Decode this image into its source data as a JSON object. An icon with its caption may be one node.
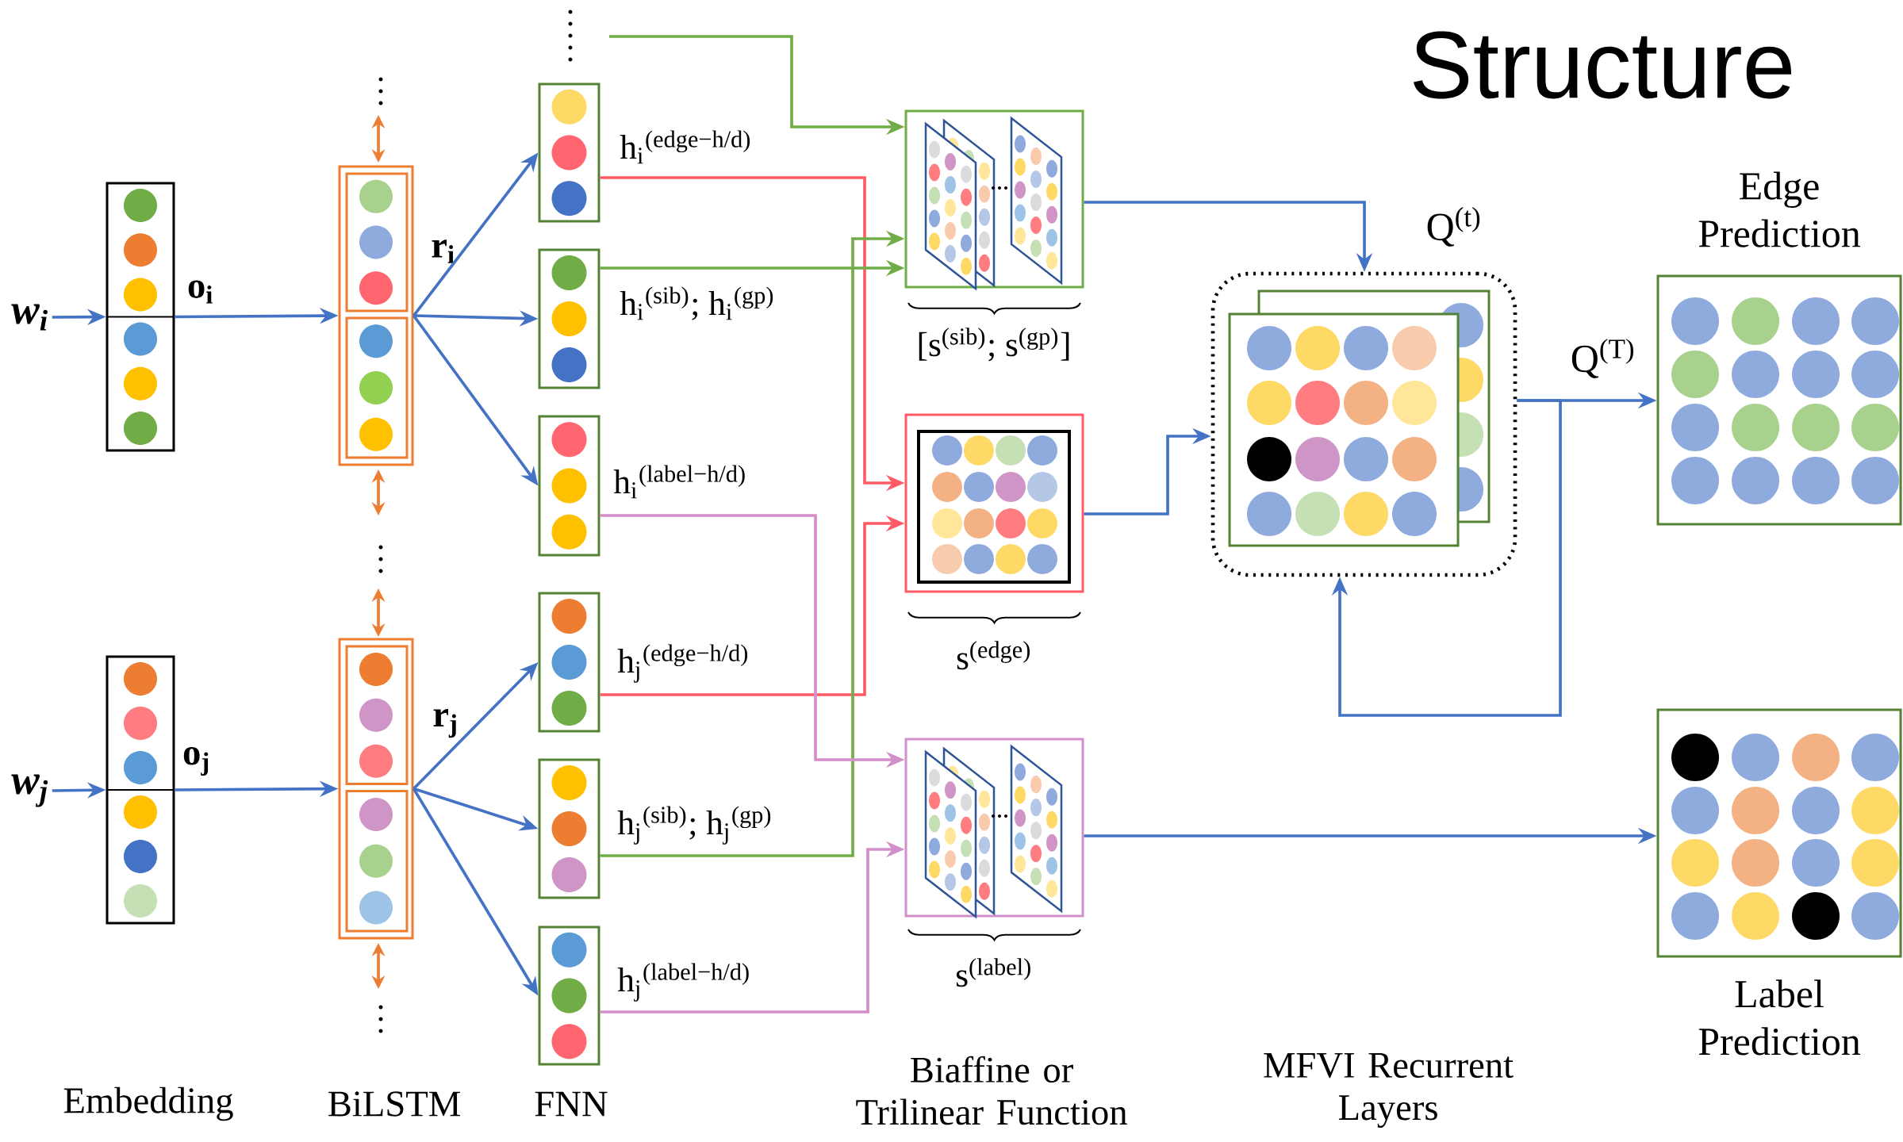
{
  "diagram": {
    "title": "Structure",
    "nodes": [
      {
        "text": [
          "w$_{i}$"
        ]
      },
      {
        "text": [],
        "shape": "box"
      },
      {
        "text": [],
        "shape": "box",
        "beside": [
          "r$_{i}$"
        ]
      },
      {
        "text": [],
        "shape": "box",
        "beside": [
          "h$_{i}$$^{(edge−h/d)}$"
        ]
      },
      {
        "text": [],
        "shape": "box",
        "beside": [
          "h$_{i}$$^{(sib)}$; h$_{i}$$^{(gp)}$"
        ]
      },
      {
        "text": [],
        "shape": "box",
        "beside": [
          "h$_{i}$$^{(label−h/d)}$"
        ]
      },
      {
        "text": [
          "w$_{j}$"
        ]
      },
      {
        "text": [],
        "shape": "box"
      },
      {
        "text": [],
        "shape": "box",
        "beside": [
          "r$_{j}$"
        ]
      },
      {
        "text": [],
        "shape": "box",
        "beside": [
          "h$_{j}$$^{(edge−h/d)}$"
        ]
      },
      {
        "text": [],
        "shape": "box",
        "beside": [
          "h$_{j}$$^{(sib)}$; h$_{j}$$^{(gp)}$"
        ]
      },
      {
        "text": [],
        "shape": "box",
        "beside": [
          "h$_{j}$$^{(label−h/d)}$"
        ]
      },
      {
        "text": [],
        "shape": "box",
        "beside": [
          "[s$^{(sib)}$; s$^{(gp)}$]"
        ]
      },
      {
        "text": [],
        "shape": "box",
        "beside": [
          "s$^{(edge)}$"
        ]
      },
      {
        "text": [],
        "shape": "box",
        "beside": [
          "s$^{(label)}$"
        ]
      },
      {
        "text": [
          "Q$^{(t)}$"
        ]
      },
      {
        "text": [
          "Edge Prediction"
        ]
      },
      {
        "text": [
          "Label Prediction"
        ]
      }
    ],
    "edges": [
      {
        "from": 0,
        "to": 1,
        "arrow": "to"
      },
      {
        "from": 1,
        "to": 2,
        "arrow": "to",
        "label": "o$_{i}$"
      },
      {
        "from": 2,
        "to": 3,
        "arrow": "to"
      },
      {
        "from": 2,
        "to": 4,
        "arrow": "to"
      },
      {
        "from": 2,
        "to": 5,
        "arrow": "to"
      },
      {
        "from": 6,
        "to": 7,
        "arrow": "to"
      },
      {
        "from": 7,
        "to": 8,
        "arrow": "to",
        "label": "o$_{j}$"
      },
      {
        "from": 8,
        "to": 9,
        "arrow": "to"
      },
      {
        "from": 8,
        "to": 10,
        "arrow": "to"
      },
      {
        "from": 8,
        "to": 11,
        "arrow": "to"
      },
      {
        "from": 3,
        "to": 13,
        "arrow": "to",
        "color": "#ff5b66"
      },
      {
        "from": 9,
        "to": 13,
        "arrow": "to",
        "color": "#ff5b66"
      },
      {
        "from": 4,
        "to": 12,
        "arrow": "to",
        "color": "#70ad47"
      },
      {
        "from": 10,
        "to": 12,
        "arrow": "to",
        "color": "#70ad47"
      },
      {
        "from": null,
        "to": 12,
        "arrow": "to",
        "color": "#70ad47"
      },
      {
        "from": 5,
        "to": 14,
        "arrow": "to",
        "color": "#d38fca"
      },
      {
        "from": 11,
        "to": 14,
        "arrow": "to",
        "color": "#d38fca"
      },
      {
        "from": 12,
        "to": 15,
        "arrow": "to"
      },
      {
        "from": 13,
        "to": 15,
        "arrow": "to"
      },
      {
        "from": 15,
        "to": 16,
        "arrow": "to",
        "label": "Q$^{(T)}$"
      },
      {
        "from": 15,
        "to": 15,
        "arrow": "to"
      },
      {
        "from": 14,
        "to": 17,
        "arrow": "to"
      }
    ],
    "labels": [
      "Embedding",
      "BiLSTM",
      "FNN",
      "Biaffine or Trilinear Function",
      "MFVI Recurrent Layers"
    ]
  }
}
